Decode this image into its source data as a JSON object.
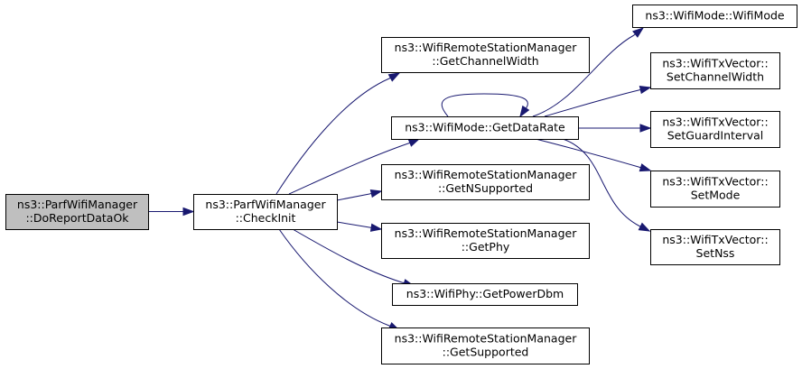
{
  "graph": {
    "colors": {
      "edge": "#191970",
      "root_fill": "#bfbfbf",
      "node_fill": "#ffffff",
      "node_border": "#000000"
    },
    "nodes": [
      {
        "id": "do_report_data_ok",
        "lines": [
          "ns3::ParfWifiManager",
          "::DoReportDataOk"
        ],
        "is_root": true
      },
      {
        "id": "check_init",
        "lines": [
          "ns3::ParfWifiManager",
          "::CheckInit"
        ]
      },
      {
        "id": "get_channel_width",
        "lines": [
          "ns3::WifiRemoteStationManager",
          "::GetChannelWidth"
        ]
      },
      {
        "id": "get_data_rate",
        "lines": [
          "ns3::WifiMode::GetDataRate"
        ]
      },
      {
        "id": "get_n_supported",
        "lines": [
          "ns3::WifiRemoteStationManager",
          "::GetNSupported"
        ]
      },
      {
        "id": "get_phy",
        "lines": [
          "ns3::WifiRemoteStationManager",
          "::GetPhy"
        ]
      },
      {
        "id": "get_power_dbm",
        "lines": [
          "ns3::WifiPhy::GetPowerDbm"
        ]
      },
      {
        "id": "get_supported",
        "lines": [
          "ns3::WifiRemoteStationManager",
          "::GetSupported"
        ]
      },
      {
        "id": "wifi_mode_ctor",
        "lines": [
          "ns3::WifiMode::WifiMode"
        ]
      },
      {
        "id": "set_channel_width",
        "lines": [
          "ns3::WifiTxVector::",
          "SetChannelWidth"
        ]
      },
      {
        "id": "set_guard_interval",
        "lines": [
          "ns3::WifiTxVector::",
          "SetGuardInterval"
        ]
      },
      {
        "id": "set_mode",
        "lines": [
          "ns3::WifiTxVector::",
          "SetMode"
        ]
      },
      {
        "id": "set_nss",
        "lines": [
          "ns3::WifiTxVector::",
          "SetNss"
        ]
      }
    ],
    "edges": [
      {
        "from": "do_report_data_ok",
        "to": "check_init"
      },
      {
        "from": "check_init",
        "to": "get_channel_width"
      },
      {
        "from": "check_init",
        "to": "get_data_rate"
      },
      {
        "from": "check_init",
        "to": "get_n_supported"
      },
      {
        "from": "check_init",
        "to": "get_phy"
      },
      {
        "from": "check_init",
        "to": "get_power_dbm"
      },
      {
        "from": "check_init",
        "to": "get_supported"
      },
      {
        "from": "get_data_rate",
        "to": "get_data_rate"
      },
      {
        "from": "get_data_rate",
        "to": "wifi_mode_ctor"
      },
      {
        "from": "get_data_rate",
        "to": "set_channel_width"
      },
      {
        "from": "get_data_rate",
        "to": "set_guard_interval"
      },
      {
        "from": "get_data_rate",
        "to": "set_mode"
      },
      {
        "from": "get_data_rate",
        "to": "set_nss"
      }
    ]
  }
}
